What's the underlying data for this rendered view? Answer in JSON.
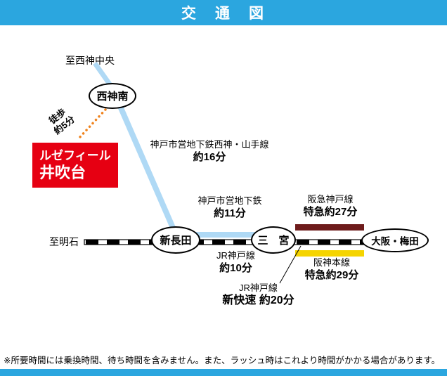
{
  "title": "交　通　図",
  "colors": {
    "header_blue": "#2BA6DF",
    "subway_blue": "#AFD9F5",
    "property_red": "#E60012",
    "hankyu_maroon": "#6E1B1B",
    "hanshin_yellow": "#F5D400",
    "walk_orange": "#F0831E",
    "line_black": "#000000"
  },
  "property": {
    "line1": "ルゼフィール",
    "line2": "井吹台"
  },
  "stations": {
    "seishin_minami": "西神南",
    "shin_nagata": "新長田",
    "sannomiya": "三　宮",
    "osaka_umeda": "大阪・梅田"
  },
  "endpoints": {
    "to_seishin_chuo": "至西神中央",
    "to_akashi": "至明石"
  },
  "routes": {
    "walk": {
      "name": "徒歩",
      "time": "約5分"
    },
    "subway_seishin_yamate": {
      "name": "神戸市営地下鉄西神・山手線",
      "time": "約16分"
    },
    "subway_shin_nagata_sannomiya": {
      "name": "神戸市営地下鉄",
      "time": "約11分"
    },
    "jr_kobe": {
      "name": "JR神戸線",
      "time": "約10分"
    },
    "hankyu_kobe": {
      "name": "阪急神戸線",
      "time": "特急約27分"
    },
    "hanshin_main": {
      "name": "阪神本線",
      "time": "特急約29分"
    },
    "jr_kobe_rapid": {
      "name": "JR神戸線",
      "time": "新快速 約20分"
    }
  },
  "note": "※所要時間には乗換時間、待ち時間を含みません。また、ラッシュ時はこれより時間がかかる場合があります。"
}
